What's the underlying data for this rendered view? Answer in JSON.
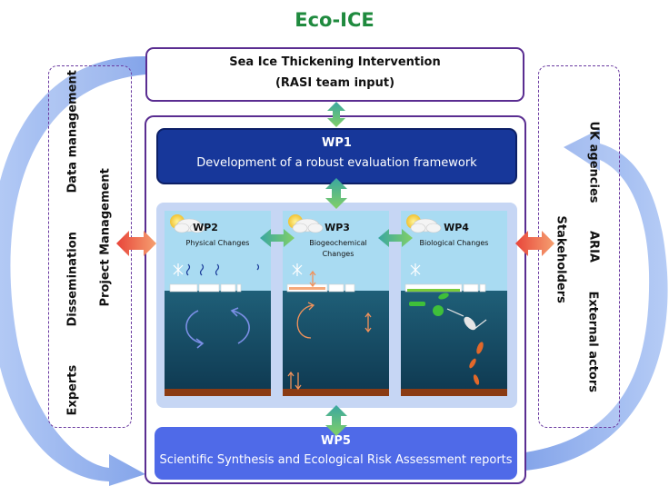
{
  "title": "Eco-ICE",
  "top_box": {
    "line1": "Sea Ice Thickening Intervention",
    "line2": "(RASI team input)"
  },
  "wp1": {
    "title": "WP1",
    "subtitle": "Development of a robust evaluation framework"
  },
  "wp5": {
    "title": "WP5",
    "subtitle": "Scientific Synthesis and Ecological Risk Assessment reports"
  },
  "panels": [
    {
      "title": "WP2",
      "subtitle": "Physical Changes"
    },
    {
      "title": "WP3",
      "subtitle": "Biogeochemical Changes"
    },
    {
      "title": "WP4",
      "subtitle": "Biological Changes"
    }
  ],
  "left_labels": [
    "Data management",
    "Dissemination",
    "Experts",
    "Project Management"
  ],
  "right_labels": [
    "UK agencies",
    "ARIA",
    "External actors",
    "Stakeholders"
  ],
  "colors": {
    "title_green": "#1f8a3e",
    "frame_purple": "#5a2d91",
    "wp1_blue": "#17379a",
    "wp5_blue": "#4f6ae8",
    "sky": "#a9dbf2",
    "ocean": "#1d5a72",
    "deep_ocean": "#0f3a52",
    "seabed": "#8a3b14",
    "connector_teal": "#3fa59a",
    "connector_green": "#7acb66",
    "connector_red": "#e8493a",
    "connector_orange": "#f39a6a",
    "cycle_arrow": "#7fa6ea"
  }
}
